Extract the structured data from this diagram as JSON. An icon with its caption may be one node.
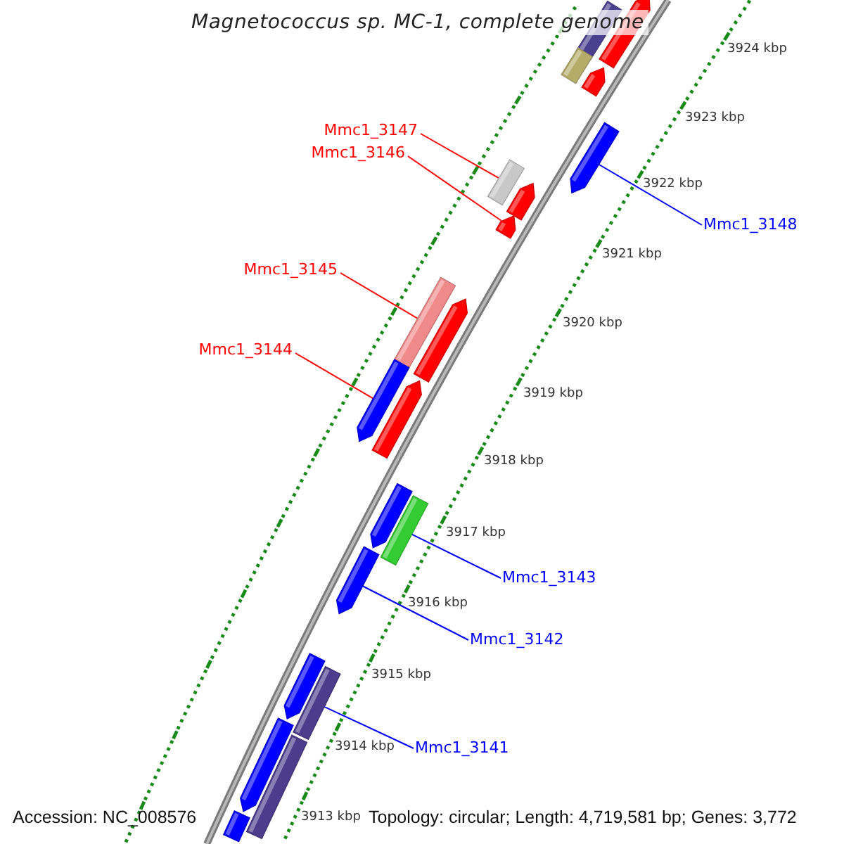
{
  "diagram": {
    "title": "Magnetococcus sp. MC-1, complete genome",
    "nodes": [
      {
        "text": [
          "Mmc1_3147"
        ]
      },
      {
        "text": [
          "Mmc1_3146"
        ]
      },
      {
        "text": [
          "Mmc1_3148"
        ]
      },
      {
        "text": [
          "Mmc1_3145"
        ]
      },
      {
        "text": [
          "Mmc1_3144"
        ]
      },
      {
        "text": [
          "Mmc1_3143"
        ]
      },
      {
        "text": [
          "Mmc1_3142"
        ]
      },
      {
        "text": [
          "Mmc1_3141"
        ]
      },
      {
        "text": [],
        "shape": "box"
      },
      {
        "text": [],
        "shape": "pentagon"
      },
      {
        "text": [],
        "shape": "box"
      },
      {
        "text": [],
        "shape": "pentagon"
      },
      {
        "text": [],
        "shape": "pentagon"
      },
      {
        "text": [],
        "shape": "box"
      },
      {
        "text": [],
        "shape": "pentagon"
      },
      {
        "text": [],
        "shape": "pentagon"
      },
      {
        "text": [],
        "shape": "box"
      },
      {
        "text": [],
        "shape": "pentagon"
      },
      {
        "text": [],
        "shape": "pentagon"
      },
      {
        "text": [],
        "shape": "pentagon"
      },
      {
        "text": [],
        "shape": "pentagon"
      },
      {
        "text": [],
        "shape": "box"
      },
      {
        "text": [],
        "shape": "pentagon"
      },
      {
        "text": [],
        "shape": "pentagon"
      },
      {
        "text": [],
        "shape": "box"
      },
      {
        "text": [],
        "shape": "pentagon"
      },
      {
        "text": [],
        "shape": "box"
      },
      {
        "text": [],
        "shape": "box"
      }
    ],
    "edges": [
      {
        "from": 0,
        "to": 13,
        "arrow": "none",
        "color": "#ff0000"
      },
      {
        "from": 1,
        "to": 15,
        "arrow": "none",
        "color": "#ff0000"
      },
      {
        "from": 2,
        "to": 12,
        "arrow": "none",
        "color": "#0000ff"
      },
      {
        "from": 3,
        "to": 16,
        "arrow": "none",
        "color": "#ff0000"
      },
      {
        "from": 4,
        "to": 18,
        "arrow": "none",
        "color": "#ff0000"
      },
      {
        "from": 5,
        "to": 21,
        "arrow": "none",
        "color": "#0000ff"
      },
      {
        "from": 6,
        "to": 22,
        "arrow": "none",
        "color": "#0000ff"
      },
      {
        "from": 7,
        "to": 24,
        "arrow": "none",
        "color": "#0000ff"
      }
    ],
    "labels": [
      "3924 kbp",
      "3923 kbp",
      "3922 kbp",
      "3921 kbp",
      "3920 kbp",
      "3919 kbp",
      "3918 kbp",
      "3917 kbp",
      "3916 kbp",
      "3915 kbp",
      "3914 kbp",
      "3913 kbp",
      "Accession: NC_008576",
      "Topology: circular; Length: 4,719,581 bp; Genes: 3,772"
    ]
  }
}
